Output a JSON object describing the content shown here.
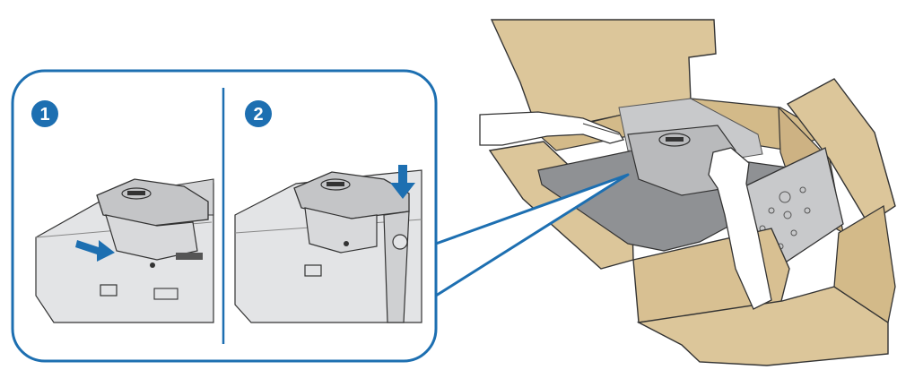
{
  "steps": [
    {
      "number": "1"
    },
    {
      "number": "2"
    }
  ],
  "colors": {
    "callout_border": "#1d6fb1",
    "badge_fill": "#1d6fb1",
    "arrow_fill": "#1d6fb1",
    "box_cardboard": "#dcc69a",
    "box_cardboard_dark": "#c9ad7a",
    "monitor_gray": "#9ea0a3",
    "monitor_gray_light": "#c8c9cb",
    "line_dark": "#333333"
  },
  "icons": {
    "push_arrow": "arrow-right-icon",
    "press_arrow": "arrow-down-icon",
    "brand_logo": "brand-logo-oval"
  }
}
